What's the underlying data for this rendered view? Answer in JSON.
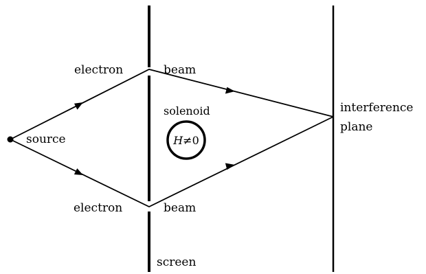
{
  "labels": {
    "source": "source",
    "electron_top": "electron",
    "beam_top": "beam",
    "electron_bottom": "electron",
    "beam_bottom": "beam",
    "solenoid": "solenoid",
    "field_symbol": "H",
    "field_relation": "≠0",
    "screen": "screen",
    "interference_line1": "interference",
    "interference_line2": "plane"
  }
}
